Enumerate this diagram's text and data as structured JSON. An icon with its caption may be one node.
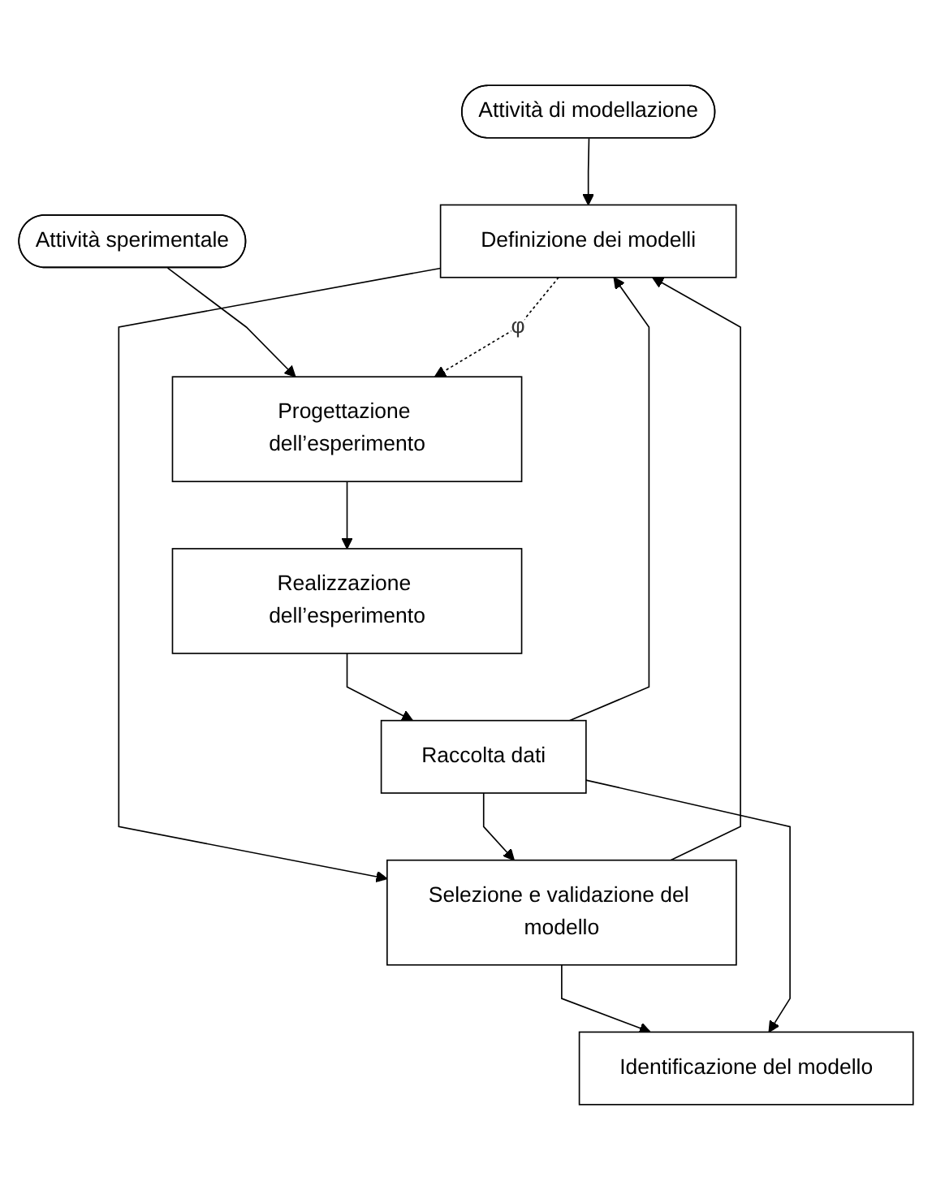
{
  "diagram": {
    "nodes": [
      {
        "text": [
          "Attività di modellazione"
        ]
      },
      {
        "text": [
          "Attività sperimentale"
        ]
      },
      {
        "text": [
          "Definizione dei modelli"
        ]
      },
      {
        "text": [
          "Progettazione dell’esperimento"
        ]
      },
      {
        "text": [
          "Selezione e validazione del modello"
        ]
      },
      {
        "text": [
          "Realizzazione dell’esperimento"
        ]
      },
      {
        "text": [
          "Identificazione del modello"
        ]
      },
      {
        "text": [
          "Raccolta dati"
        ]
      }
    ],
    "edges": [
      {
        "from": 0,
        "to": 2,
        "arrow": "to"
      },
      {
        "from": 1,
        "to": 3,
        "arrow": "to"
      },
      {
        "from": 2,
        "to": 3,
        "arrow": "to",
        "style": "dashed",
        "label": "φ"
      },
      {
        "from": 7,
        "to": 2,
        "arrow": "to"
      },
      {
        "from": 2,
        "to": 4,
        "arrow": "to"
      },
      {
        "from": 4,
        "to": 2,
        "arrow": "to"
      },
      {
        "from": 3,
        "to": 5,
        "arrow": "to"
      },
      {
        "from": 5,
        "to": 7,
        "arrow": "to"
      },
      {
        "from": 7,
        "to": 4,
        "arrow": "to"
      },
      {
        "from": 4,
        "to": 6,
        "arrow": "to"
      },
      {
        "from": 7,
        "to": 6,
        "arrow": "to"
      }
    ]
  }
}
